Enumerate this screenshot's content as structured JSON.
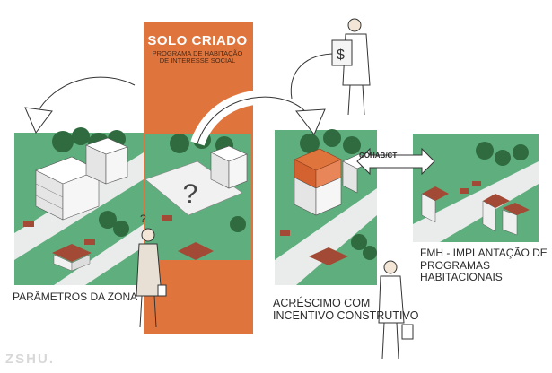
{
  "title": "SOLO CRIADO",
  "subtitle_line1": "PROGRAMA DE HABITAÇÃO",
  "subtitle_line2": "DE INTERESSE SOCIAL",
  "panels": {
    "zone_label": "PARÂMETROS DA ZONA",
    "added_label_line1": "ACRÉSCIMO COM",
    "added_label_line2": "INCENTIVO CONSTRUTIVO",
    "fmh_label_line1": "FMH - IMPLANTAÇÃO DE",
    "fmh_label_line2": "PROGRAMAS HABITACIONAIS"
  },
  "arrow_label": "COHAB/CT",
  "watermark": "ZSHU.",
  "colors": {
    "grass": "#5fae7e",
    "orange": "#e0743d",
    "road": "#e9ecea",
    "building": "#f2f2f2",
    "roof": "#a24a35"
  }
}
